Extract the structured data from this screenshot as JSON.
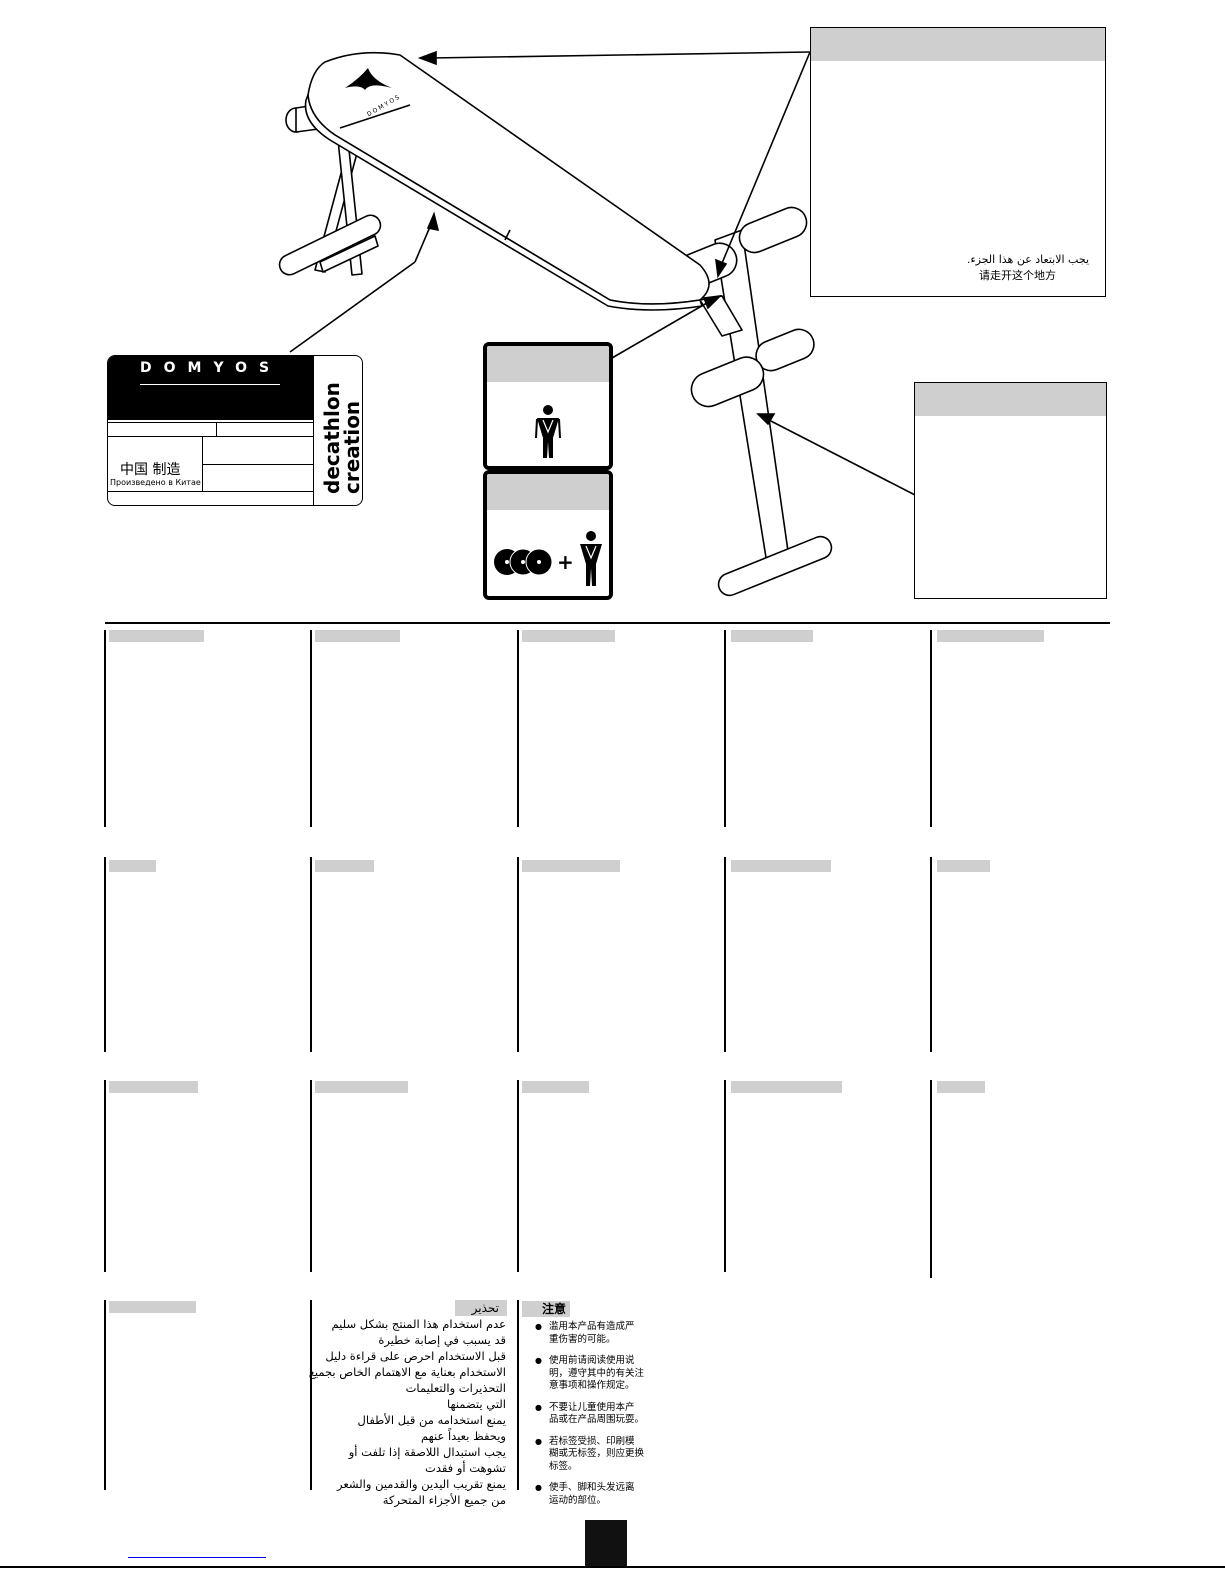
{
  "brand": {
    "name": "DOMYOS",
    "creation": "decathlon creation"
  },
  "label": {
    "made_in_china_zh": "中国 制造",
    "made_in_china_ru": "Произведено в Китае"
  },
  "warning_top": {
    "arabic": "يجب الابتعاد عن هذا الجزء.",
    "chinese": "请走开这个地方"
  },
  "warning_arabic": {
    "heading": "تحذير",
    "lines": [
      "عدم استخدام هذا المنتج بشكل سليم",
      "قد يسبب في إصابة خطيرة",
      "قبل الاستخدام احرص على قراءة دليل",
      "الاستخدام بعناية مع الاهتمام الخاص بجميع",
      "التحذيرات والتعليمات",
      "التي يتضمنها",
      "يمنع استخدامه من قبل الأطفال",
      "ويحفظ بعيداً عنهم",
      "يجب استبدال اللاصقة إذا تلفت أو",
      "تشوهت أو فقدت",
      "يمنع تقريب اليدين والقدمين والشعر",
      "من جميع الأجزاء المتحركة"
    ]
  },
  "warning_chinese": {
    "heading": "注意",
    "items": [
      [
        "滥用本产品有造成严",
        "重伤害的可能。"
      ],
      [
        "使用前请阅读使用说",
        "明，遵守其中的有关注",
        "意事项和操作规定。"
      ],
      [
        "不要让儿童使用本产",
        "品或在产品周围玩耍。"
      ],
      [
        "若标签受损、印刷模",
        "糊或无标签，则应更换",
        "标签。"
      ],
      [
        "使手、脚和头发远离",
        "运动的部位。"
      ]
    ]
  }
}
